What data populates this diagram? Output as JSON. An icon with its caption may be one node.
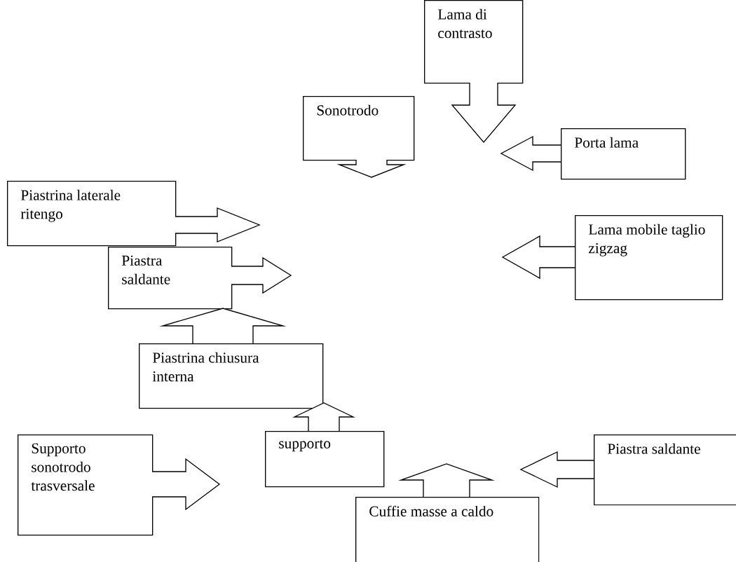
{
  "diagram": {
    "nodes": [
      {
        "text": [
          "Lama di contrasto"
        ]
      },
      {
        "text": [
          "Sonotrodo"
        ]
      },
      {
        "text": [
          "Porta lama"
        ]
      },
      {
        "text": [
          "Piastrina laterale ritengo"
        ]
      },
      {
        "text": [
          "Piastra saldante"
        ]
      },
      {
        "text": [
          "Lama mobile taglio zigzag"
        ]
      },
      {
        "text": [
          "Piastrina chiusura interna"
        ]
      },
      {
        "text": [
          "supporto"
        ]
      },
      {
        "text": [
          "Supporto sonotrodo trasversale"
        ]
      },
      {
        "text": [
          "Cuffie masse a caldo"
        ]
      },
      {
        "text": [
          "Piastra saldante"
        ]
      }
    ],
    "edges": [
      {
        "from": 0,
        "to": null,
        "arrow": "to"
      },
      {
        "from": 1,
        "to": null,
        "arrow": "to"
      },
      {
        "from": 2,
        "to": null,
        "arrow": "to"
      },
      {
        "from": 3,
        "to": null,
        "arrow": "to"
      },
      {
        "from": 4,
        "to": null,
        "arrow": "to"
      },
      {
        "from": 5,
        "to": null,
        "arrow": "to"
      },
      {
        "from": 6,
        "to": null,
        "arrow": "to"
      },
      {
        "from": 7,
        "to": null,
        "arrow": "to"
      },
      {
        "from": 8,
        "to": null,
        "arrow": "to"
      },
      {
        "from": 9,
        "to": null,
        "arrow": "to"
      },
      {
        "from": 10,
        "to": null,
        "arrow": "to"
      }
    ]
  }
}
